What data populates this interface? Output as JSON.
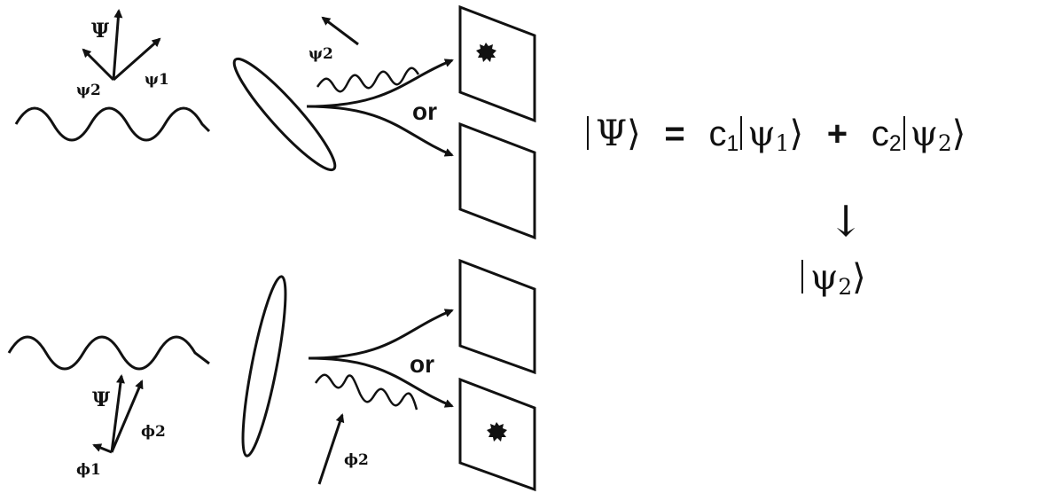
{
  "top_panel": {
    "psi_label": "Ψ",
    "psi1_label": "ψ1",
    "psi2_label": "ψ2",
    "emitted_label": "ψ2",
    "or_label": "or"
  },
  "bottom_panel": {
    "psi_label": "Ψ",
    "phi1_label": "ϕ1",
    "phi2_label": "ϕ2",
    "incoming_label": "ϕ2",
    "or_label": "or"
  },
  "equation": {
    "lhs_symbol": "Ψ",
    "equals": "=",
    "c1": "c",
    "c1_index": "1",
    "psi1": "ψ",
    "psi1_index": "1",
    "plus": "+",
    "c2": "c",
    "c2_index": "2",
    "psi2": "ψ",
    "psi2_index": "2",
    "arrow": "↓",
    "result_symbol": "ψ",
    "result_index": "2"
  },
  "colors": {
    "ink": "#111111",
    "background": "#ffffff"
  },
  "icons": [
    "spark-icon",
    "arrow-down-icon"
  ]
}
